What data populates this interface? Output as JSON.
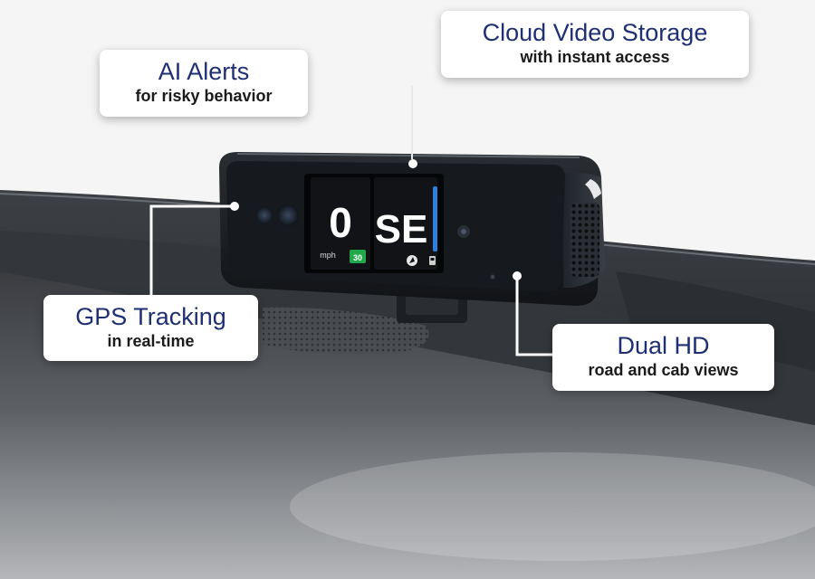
{
  "callouts": {
    "ai_alerts": {
      "title": "AI Alerts",
      "subtitle": "for risky behavior"
    },
    "cloud_storage": {
      "title": "Cloud Video Storage",
      "subtitle": "with instant access"
    },
    "gps_tracking": {
      "title": "GPS Tracking",
      "subtitle": "in real-time"
    },
    "dual_hd": {
      "title": "Dual HD",
      "subtitle": "road and cab views"
    }
  },
  "device_screen": {
    "speed": "0",
    "speed_unit": "mph",
    "speed_limit": "30",
    "heading": "SE"
  },
  "colors": {
    "callout_title": "#1f2f73",
    "speed_limit_badge": "#21a84a",
    "screen_accent_bar": "#2f7fe0"
  },
  "icons": [
    "compass-icon",
    "fuel-icon"
  ]
}
